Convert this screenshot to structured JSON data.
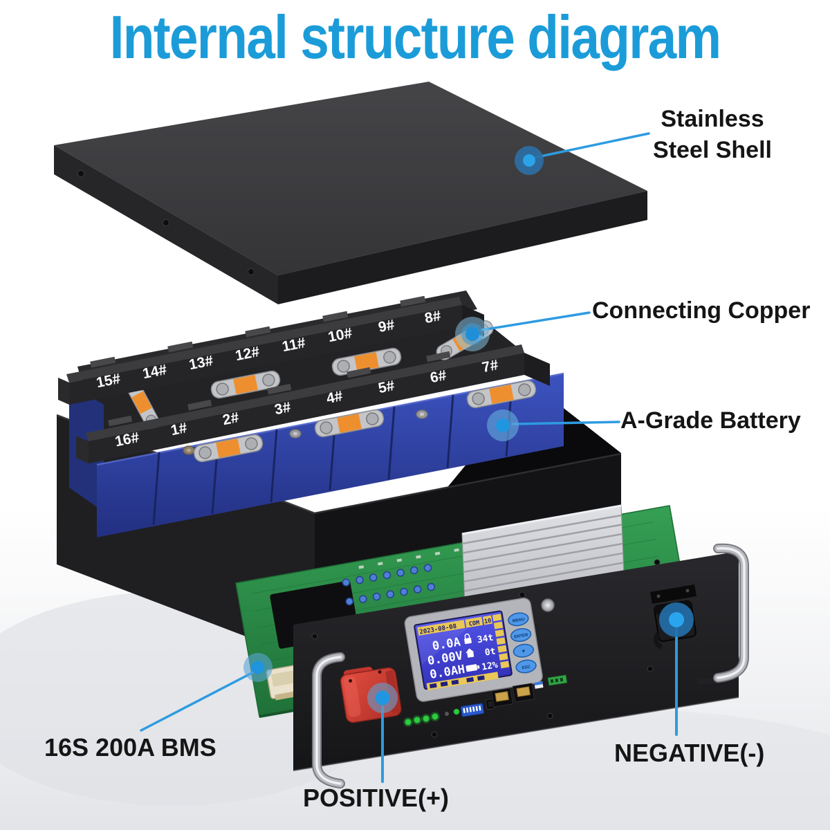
{
  "title": "Internal structure diagram",
  "colors": {
    "accent": "#1B9CD9",
    "leader": "#2E9BE0",
    "label": "#151515"
  },
  "callouts": {
    "stainless_line1": "Stainless",
    "stainless_line2": "Steel Shell",
    "connecting_copper": "Connecting Copper",
    "a_grade_battery": "A-Grade Battery",
    "bms": "16S 200A BMS",
    "positive": "POSITIVE(+)",
    "negative": "NEGATIVE(-)"
  },
  "battery": {
    "back_row_labels": [
      "15#",
      "14#",
      "13#",
      "12#",
      "11#",
      "10#",
      "9#",
      "8#"
    ],
    "front_row_labels": [
      "16#",
      "1#",
      "2#",
      "3#",
      "4#",
      "5#",
      "6#",
      "7#"
    ]
  },
  "lcd": {
    "date": "2023-08-08",
    "com_label": "COM",
    "com_value": "10",
    "rows": [
      {
        "value": "0.0A",
        "right": "34t"
      },
      {
        "value": "0.00V",
        "right": "0t"
      },
      {
        "value": "0.0AH",
        "right": "12%"
      }
    ],
    "buttons": [
      "MENU",
      "ENTER",
      "▼",
      "ESC"
    ]
  }
}
